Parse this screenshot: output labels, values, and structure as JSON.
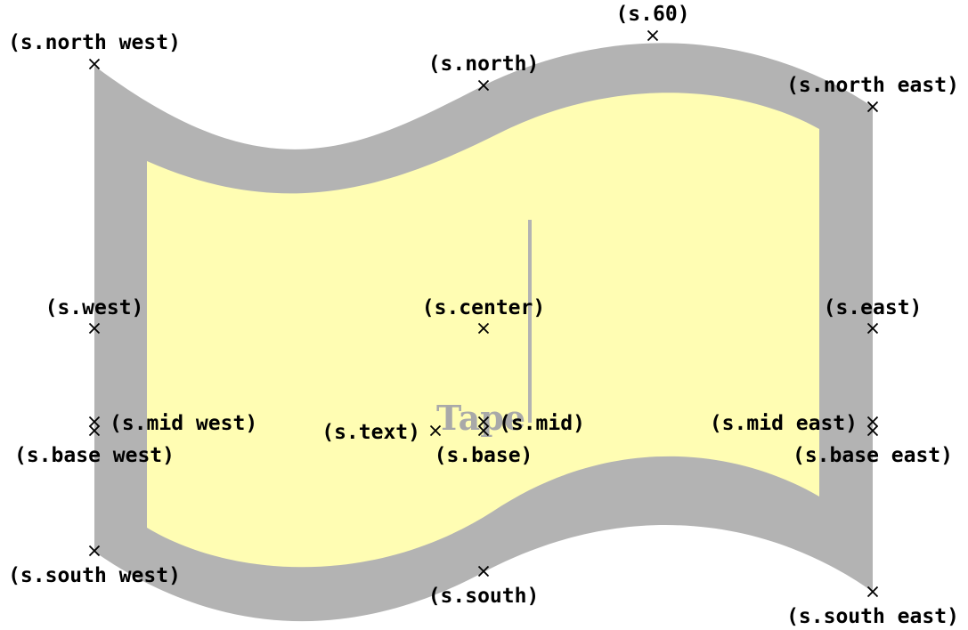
{
  "shape_text": "Tape",
  "colors": {
    "tape_border": "#b3b3b3",
    "tape_fill": "#fffdb3",
    "text": "#a9a9a9",
    "marker": "#000000"
  },
  "marker_icon": "cross-mark-icon",
  "anchors": [
    {
      "id": "north-west",
      "label": "(s.north west)"
    },
    {
      "id": "north",
      "label": "(s.north)"
    },
    {
      "id": "angle-60",
      "label": "(s.60)"
    },
    {
      "id": "north-east",
      "label": "(s.north east)"
    },
    {
      "id": "west",
      "label": "(s.west)"
    },
    {
      "id": "center",
      "label": "(s.center)"
    },
    {
      "id": "east",
      "label": "(s.east)"
    },
    {
      "id": "mid-west",
      "label": "(s.mid west)"
    },
    {
      "id": "base-west",
      "label": "(s.base west)"
    },
    {
      "id": "text",
      "label": "(s.text)"
    },
    {
      "id": "mid",
      "label": "(s.mid)"
    },
    {
      "id": "base",
      "label": "(s.base)"
    },
    {
      "id": "mid-east",
      "label": "(s.mid east)"
    },
    {
      "id": "base-east",
      "label": "(s.base east)"
    },
    {
      "id": "south-west",
      "label": "(s.south west)"
    },
    {
      "id": "south",
      "label": "(s.south)"
    },
    {
      "id": "south-east",
      "label": "(s.south east)"
    }
  ]
}
